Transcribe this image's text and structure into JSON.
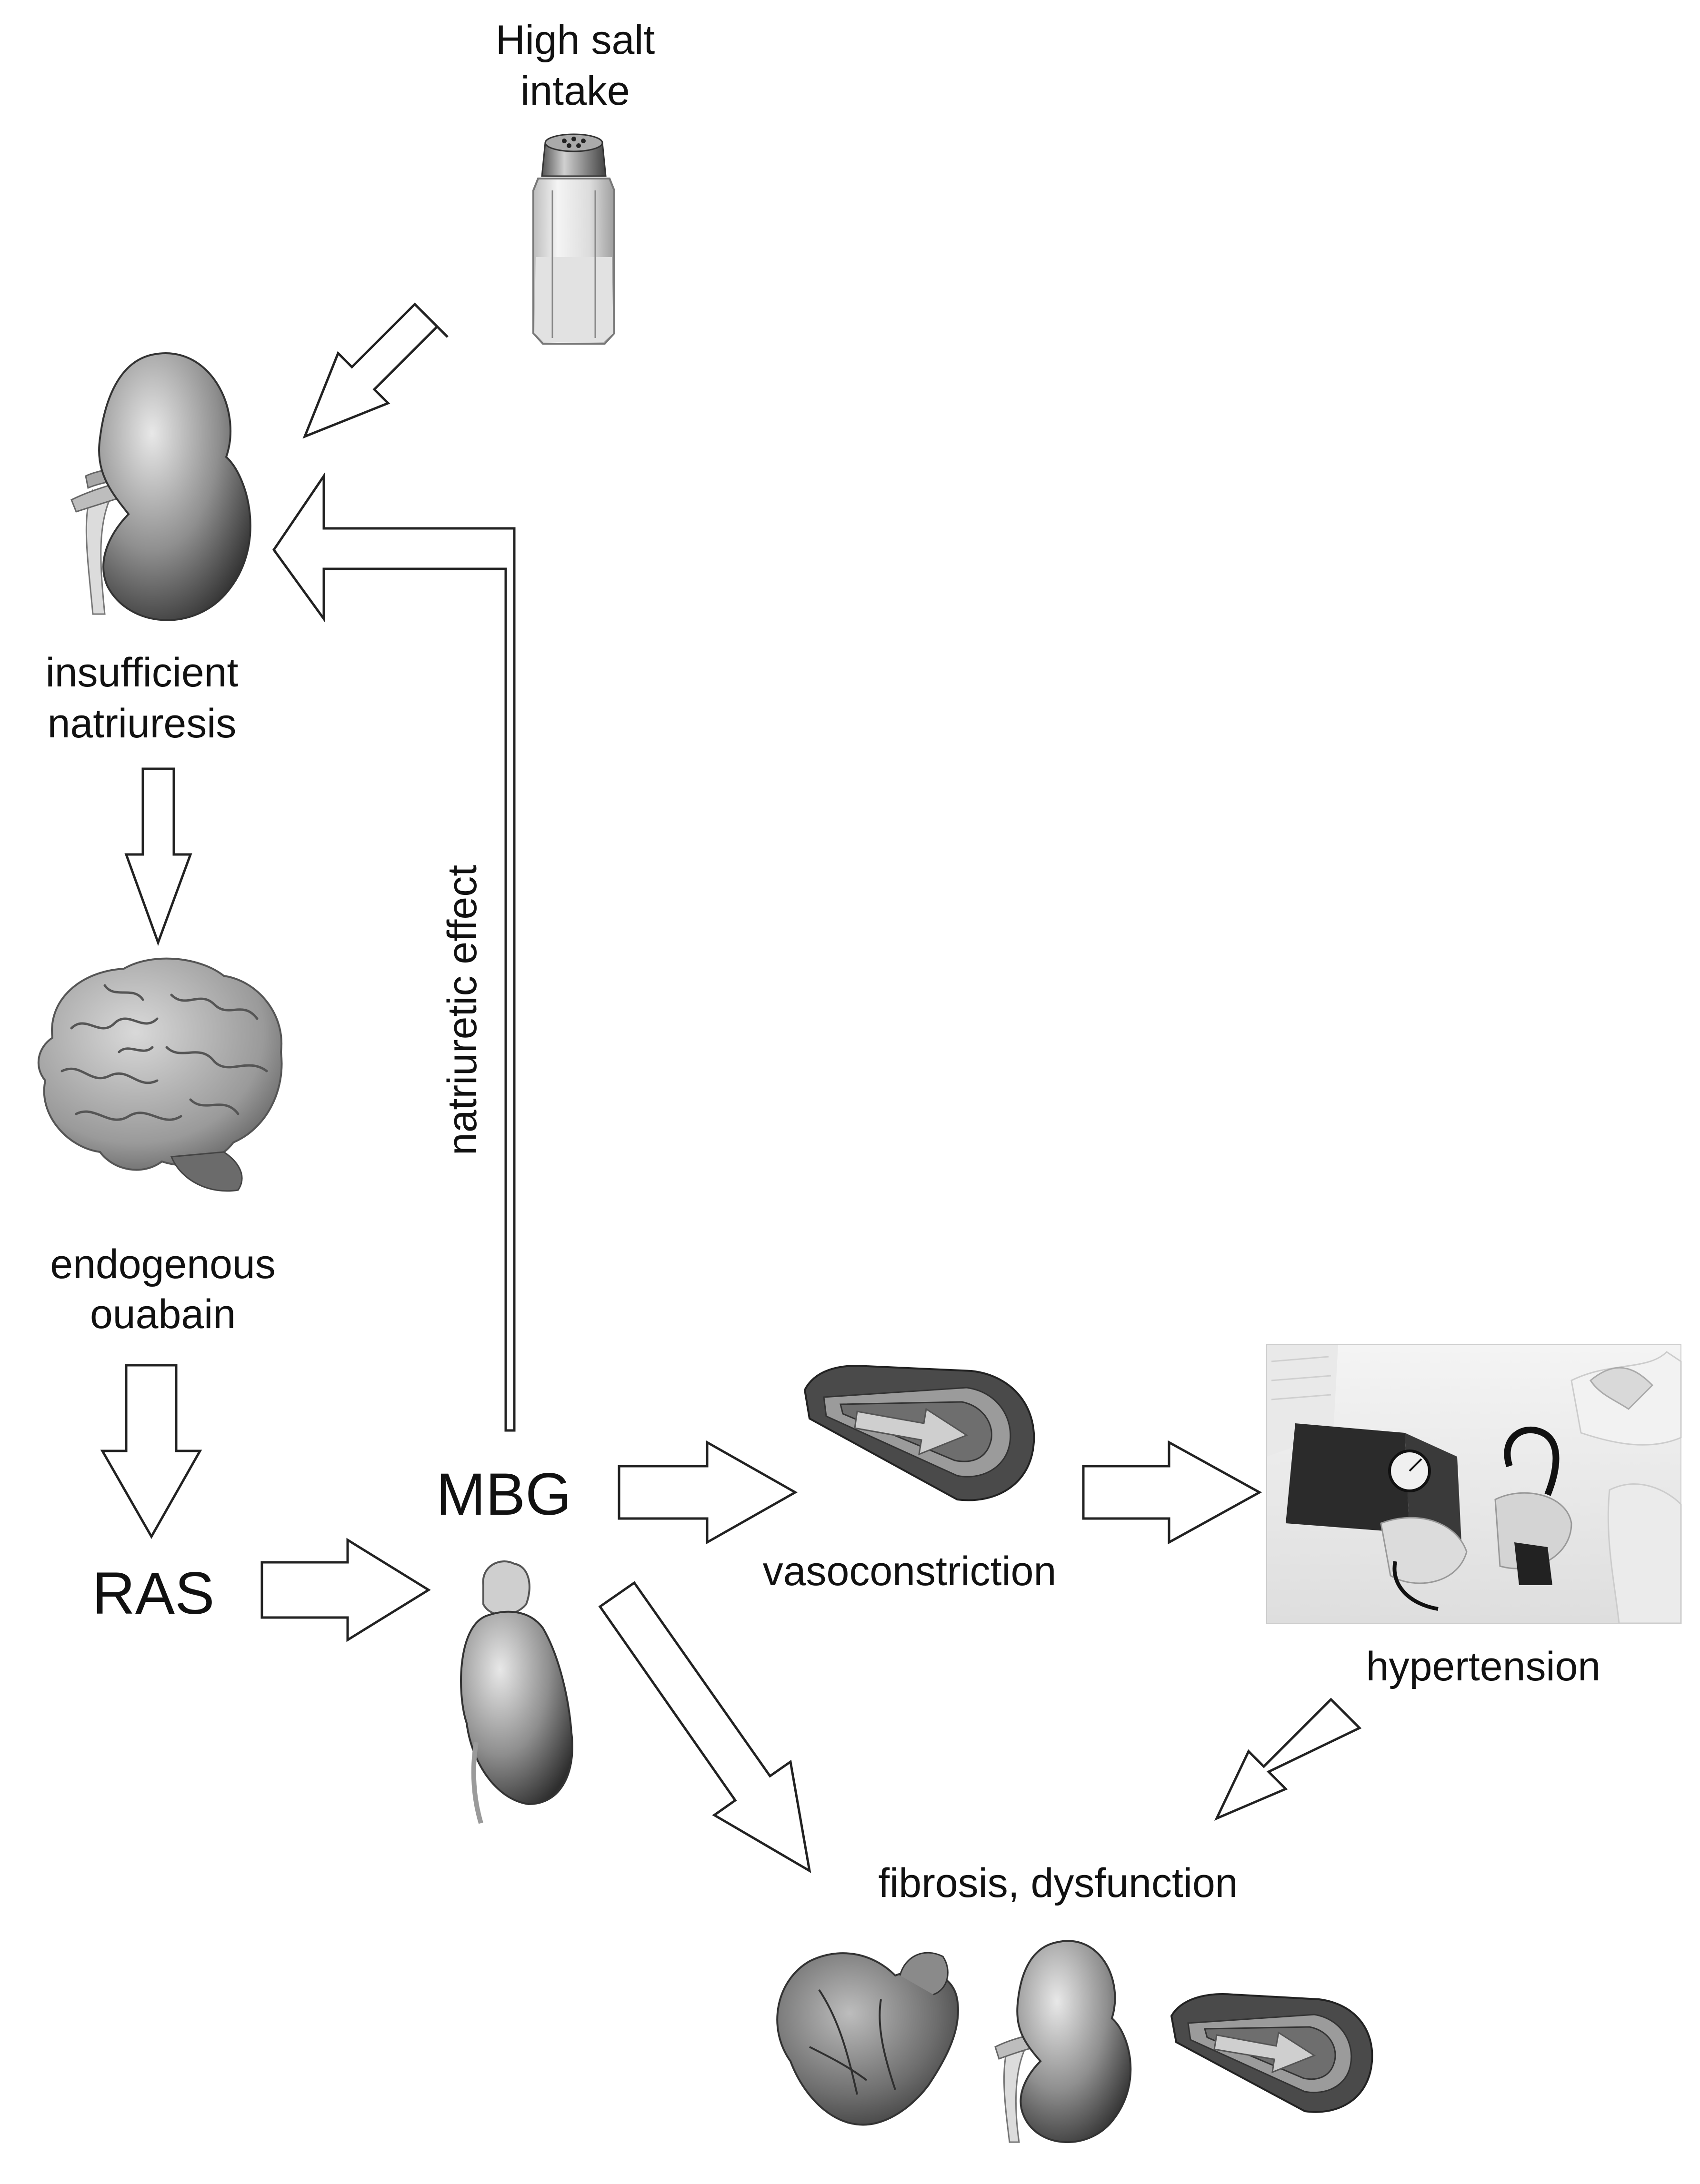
{
  "nodes": {
    "salt": {
      "line1": "High salt",
      "line2": "intake",
      "icon": "salt-shaker-icon"
    },
    "kidney": {
      "line1": "insufficient",
      "line2": "natriuresis",
      "icon": "kidney-icon"
    },
    "brain": {
      "line1": "endogenous",
      "line2": "ouabain",
      "icon": "brain-icon"
    },
    "ras": {
      "label": "RAS"
    },
    "mbg": {
      "label": "MBG",
      "icon": "adrenal-kidney-icon"
    },
    "vaso": {
      "label": "vasoconstriction",
      "icon": "artery-cross-section-icon"
    },
    "hyper": {
      "label": "hypertension",
      "icon": "blood-pressure-measurement-icon"
    },
    "fibrosis": {
      "label": "fibrosis, dysfunction",
      "icons": [
        "heart-icon",
        "kidney-icon",
        "artery-cross-section-icon"
      ]
    }
  },
  "edges": {
    "feedback_label": "natriuretic effect"
  },
  "colors": {
    "background": "#ffffff",
    "text": "#111111",
    "arrow_outline": "#222222",
    "organ_gray": "#8a8a8a"
  }
}
